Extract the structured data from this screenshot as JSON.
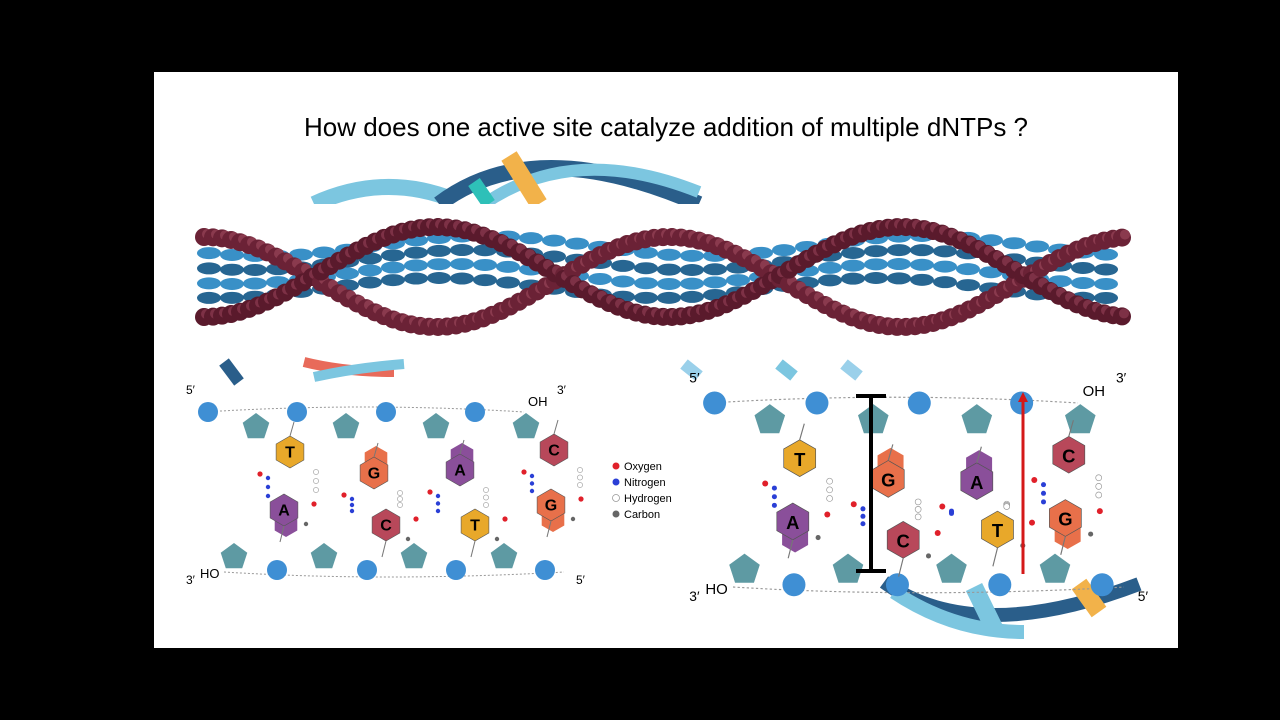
{
  "title": "How does one active site catalyze addition of multiple dNTPs ?",
  "legend": [
    {
      "label": "Oxygen",
      "color": "#e0202a"
    },
    {
      "label": "Nitrogen",
      "color": "#2a3fd6"
    },
    {
      "label": "Hydrogen",
      "color": "#ffffff"
    },
    {
      "label": "Carbon",
      "color": "#666666"
    }
  ],
  "left_panel": {
    "top_bases": [
      "T",
      "G",
      "A",
      "C"
    ],
    "bottom_bases": [
      "A",
      "C",
      "T",
      "G"
    ],
    "labels": {
      "five_top": "5′",
      "three_top": "3′",
      "oh": "OH",
      "three_bottom": "3′",
      "ho": "HO",
      "five_bottom": "5′"
    }
  },
  "right_panel": {
    "top_bases": [
      "T",
      "G",
      "A",
      "C"
    ],
    "bottom_bases": [
      "A",
      "C",
      "T",
      "G"
    ],
    "labels": {
      "five_top": "5′",
      "three_top": "3′",
      "oh": "OH",
      "three_bottom": "3′",
      "ho": "HO",
      "five_bottom": "5′"
    }
  },
  "colors": {
    "T": "#e8a82a",
    "A": "#8a4f9a",
    "G": "#e8704a",
    "C": "#b8485a",
    "sugar": "#5e9aa3",
    "phosphate": "#3f8fd4",
    "marker_black": "#000000",
    "marker_red": "#d41818"
  }
}
